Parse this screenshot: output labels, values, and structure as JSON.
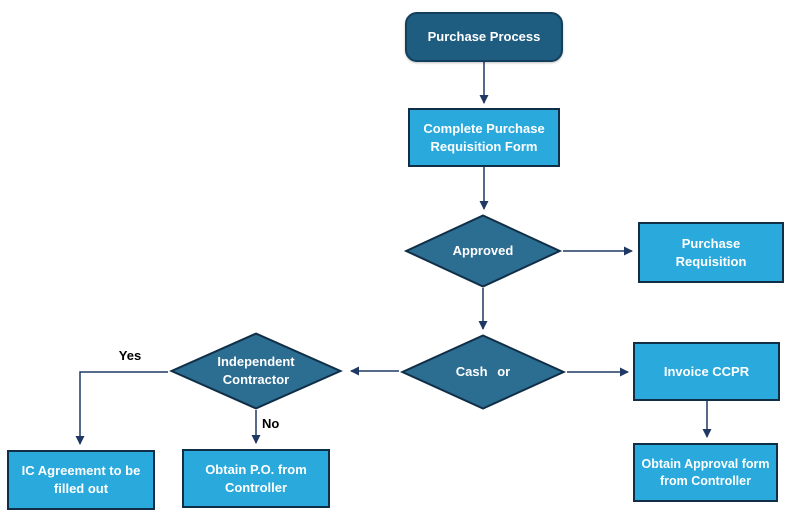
{
  "flowchart": {
    "title": "Purchase Process flowchart",
    "colors": {
      "terminator_fill": "#1e5c80",
      "diamond_fill": "#2c6d92",
      "process_fill": "#29a9dc",
      "shape_border": "#102f47",
      "connector": "#1f3864",
      "node_text": "#ffffff",
      "branch_label_text": "#000000",
      "background": "#ffffff"
    },
    "nodes": {
      "purchase_process": {
        "label": "Purchase Process",
        "type": "terminator"
      },
      "complete_purchase_requisition": {
        "label": "Complete Purchase Requisition Form",
        "type": "process"
      },
      "approved": {
        "label": "Approved",
        "type": "decision"
      },
      "purchase_requisition": {
        "label": "Purchase Requisition",
        "type": "process"
      },
      "cash_or": {
        "label": "Cash or",
        "type": "decision"
      },
      "independent_contractor": {
        "label": "Independent Contractor",
        "type": "decision"
      },
      "ic_agreement": {
        "label": "IC Agreement to be filled out",
        "type": "process"
      },
      "obtain_po": {
        "label": "Obtain P.O. from Controller",
        "type": "process"
      },
      "invoice_ccpr": {
        "label": "Invoice CCPR",
        "type": "process"
      },
      "obtain_approval": {
        "label": "Obtain Approval form from Controller",
        "type": "process"
      }
    },
    "branch_labels": {
      "yes": "Yes",
      "no": "No"
    }
  }
}
